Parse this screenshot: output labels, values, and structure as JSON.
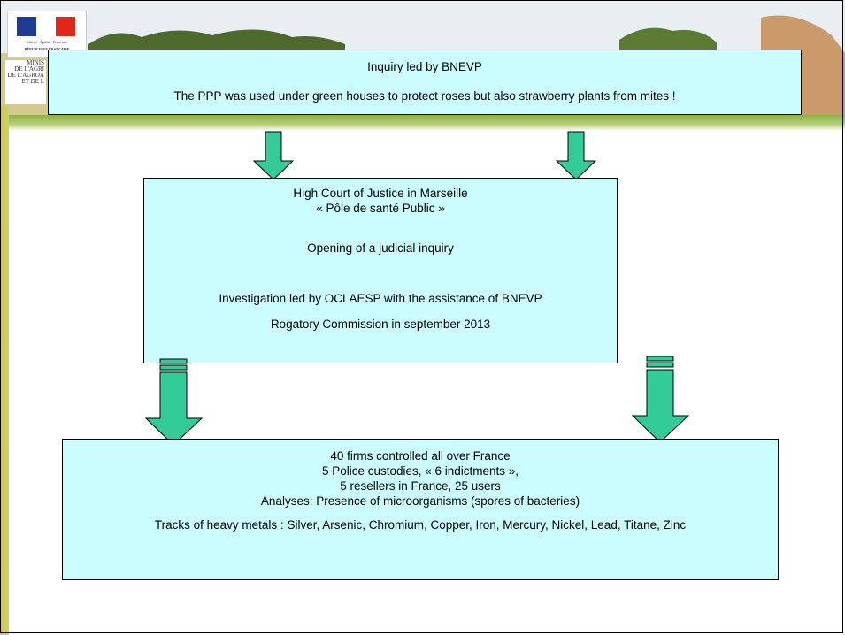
{
  "header": {
    "emblem_text": "Liberté • Égalité • Fraternité",
    "republic_text": "RÉPUBLIQUE FRANÇAISE",
    "ministry_lines": [
      "MINIS",
      "DE L'AGRI",
      "DE L'AGROA",
      "ET DE L"
    ]
  },
  "box1": {
    "title": "Inquiry led by BNEVP",
    "text": "The PPP was used under green houses to protect roses but also strawberry plants from mites !"
  },
  "box2": {
    "line1": "High Court of Justice in Marseille",
    "line2": "« Pôle de santé Public »",
    "line3": "Opening of a judicial inquiry",
    "line4": "Investigation led by OCLAESP with the assistance of BNEVP",
    "line5": "Rogatory Commission in september 2013"
  },
  "box3": {
    "line1": "40 firms controlled all over France",
    "line2": "5 Police custodies, « 6 indictments »,",
    "line3": "5 resellers in France, 25 users",
    "line4": "Analyses: Presence of microorganisms (spores of bacteries)",
    "line5": "Tracks of heavy metals : Silver, Arsenic, Chromium, Copper, Iron, Mercury, Nickel, Lead, Titane, Zinc"
  },
  "colors": {
    "box_fill": "#ccfdfe",
    "arrow_fill": "#33cc99"
  }
}
